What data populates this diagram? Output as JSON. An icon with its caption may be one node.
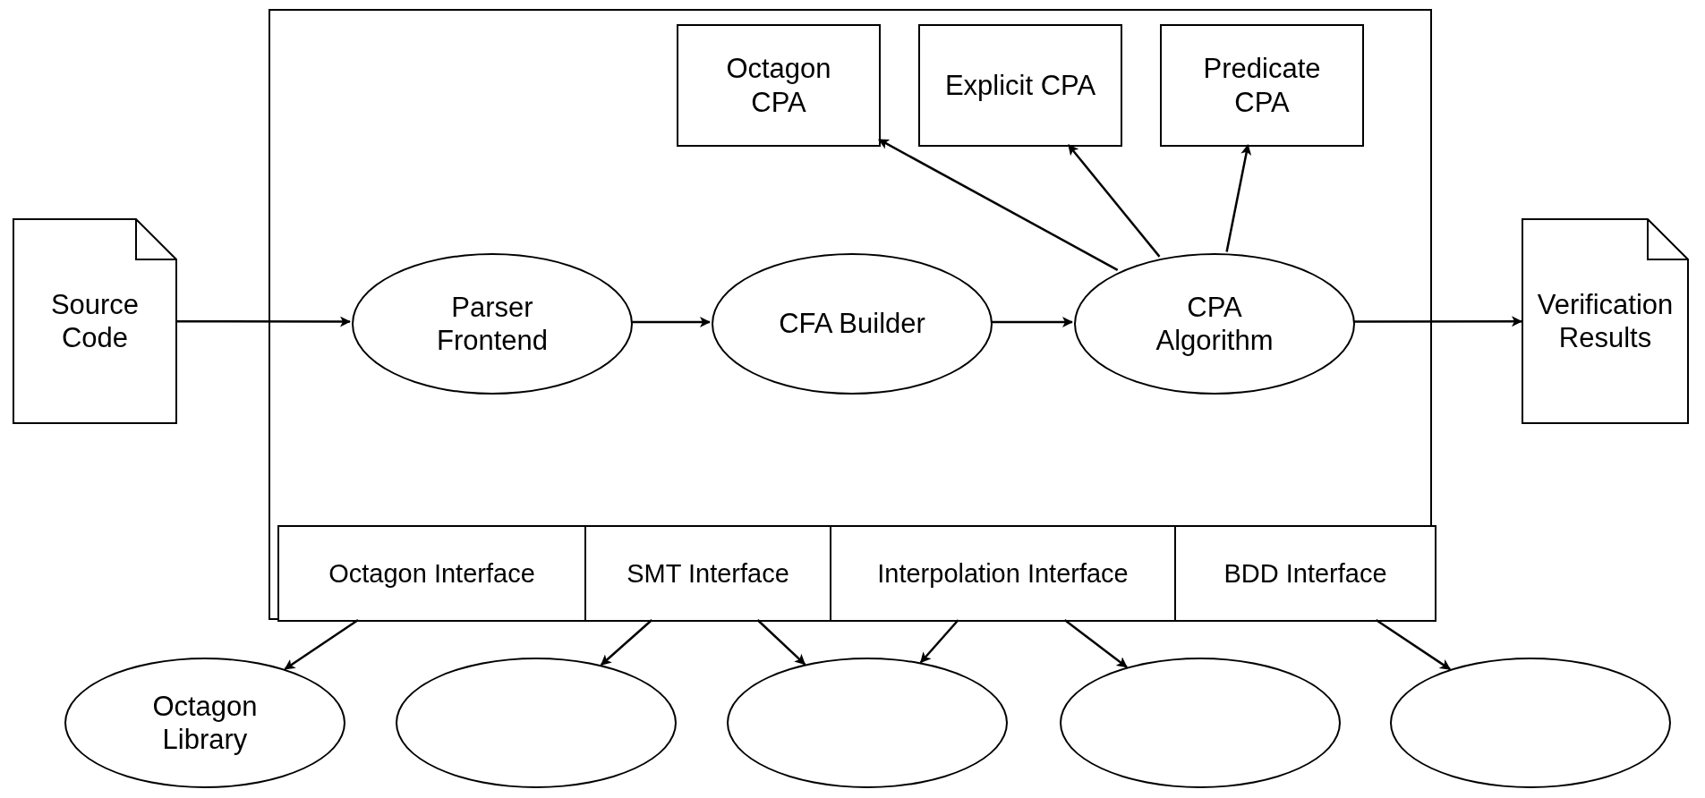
{
  "diagram": {
    "nodes": [
      {
        "text": [],
        "shape": "box"
      },
      {
        "text": [
          "Octagon CPA"
        ],
        "in": 0
      },
      {
        "text": [
          "Explicit CPA"
        ],
        "in": 0
      },
      {
        "text": [
          "Predicate CPA"
        ],
        "in": 0
      },
      {
        "text": [
          "Source Code"
        ]
      },
      {
        "text": [
          "Parser Frontend"
        ],
        "in": 0
      },
      {
        "text": [
          "CFA Builder"
        ],
        "in": 0
      },
      {
        "text": [
          "CPA Algorithm"
        ],
        "in": 0
      },
      {
        "text": [
          "Verification Results"
        ]
      },
      {
        "text": [
          "Octagon Interface"
        ],
        "in": 0
      },
      {
        "text": [
          "SMT Interface"
        ],
        "in": 0
      },
      {
        "text": [
          "Interpolation Interface"
        ],
        "in": 0
      },
      {
        "text": [
          "BDD Interface"
        ],
        "in": 0
      },
      {
        "text": [
          "Octagon Library"
        ]
      },
      {
        "text": [],
        "shape": "ellipse"
      },
      {
        "text": [],
        "shape": "ellipse"
      },
      {
        "text": [],
        "shape": "ellipse"
      },
      {
        "text": [],
        "shape": "ellipse"
      }
    ],
    "edges": [
      {
        "from": 4,
        "to": 5,
        "arrow": "to"
      },
      {
        "from": 5,
        "to": 6,
        "arrow": "to"
      },
      {
        "from": 6,
        "to": 7,
        "arrow": "to"
      },
      {
        "from": 7,
        "to": 8,
        "arrow": "to"
      },
      {
        "from": 7,
        "to": 1,
        "arrow": "to"
      },
      {
        "from": 7,
        "to": 2,
        "arrow": "to"
      },
      {
        "from": 7,
        "to": 3,
        "arrow": "to"
      },
      {
        "from": 9,
        "to": 13,
        "arrow": "to"
      },
      {
        "from": 10,
        "to": 14,
        "arrow": "to"
      },
      {
        "from": 10,
        "to": 15,
        "arrow": "to"
      },
      {
        "from": 11,
        "to": 15,
        "arrow": "to"
      },
      {
        "from": 11,
        "to": 16,
        "arrow": "to"
      },
      {
        "from": 12,
        "to": 17,
        "arrow": "to"
      }
    ]
  }
}
